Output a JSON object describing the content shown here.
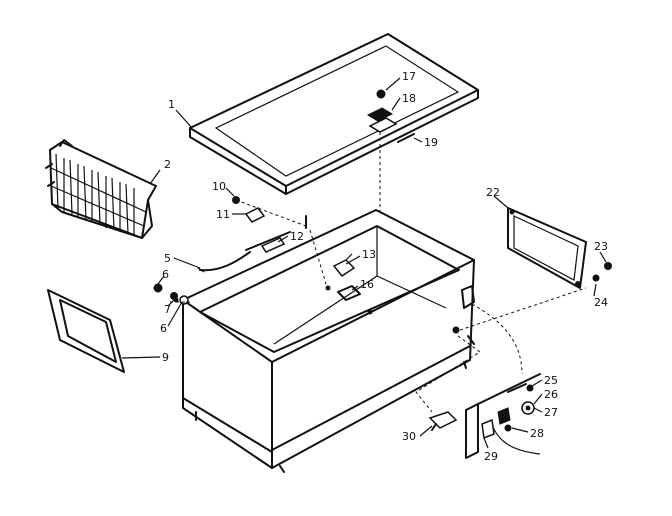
{
  "part_labels": {
    "p1": "1",
    "p2": "2",
    "p5": "5",
    "p6a": "6",
    "p6b": "6",
    "p7": "7",
    "p9": "9",
    "p10": "10",
    "p11": "11",
    "p12": "12",
    "p13": "13",
    "p16": "16",
    "p17": "17",
    "p18": "18",
    "p19": "19",
    "p22": "22",
    "p23": "23",
    "p24": "24",
    "p25": "25",
    "p26": "26",
    "p27": "27",
    "p28": "28",
    "p29": "29",
    "p30": "30"
  }
}
